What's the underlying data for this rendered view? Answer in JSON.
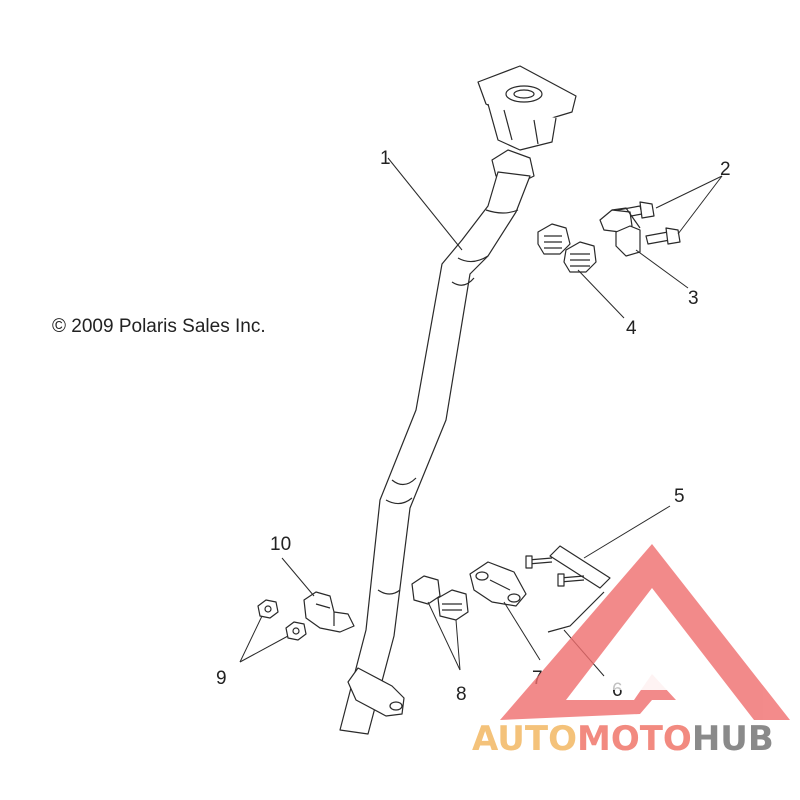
{
  "copyright": "© 2009 Polaris Sales Inc.",
  "callouts": {
    "c1": "1",
    "c2": "2",
    "c3": "3",
    "c4": "4",
    "c5": "5",
    "c6": "6",
    "c7": "7",
    "c8": "8",
    "c9": "9",
    "c10": "10"
  },
  "watermark": {
    "part1": "AUTO",
    "part2": "MOTO",
    "part3": "HUB",
    "colors": {
      "auto": "#f4c27a",
      "moto": "#f28a80",
      "hub": "#8a8a8a",
      "logo": "#f06e6e"
    }
  }
}
